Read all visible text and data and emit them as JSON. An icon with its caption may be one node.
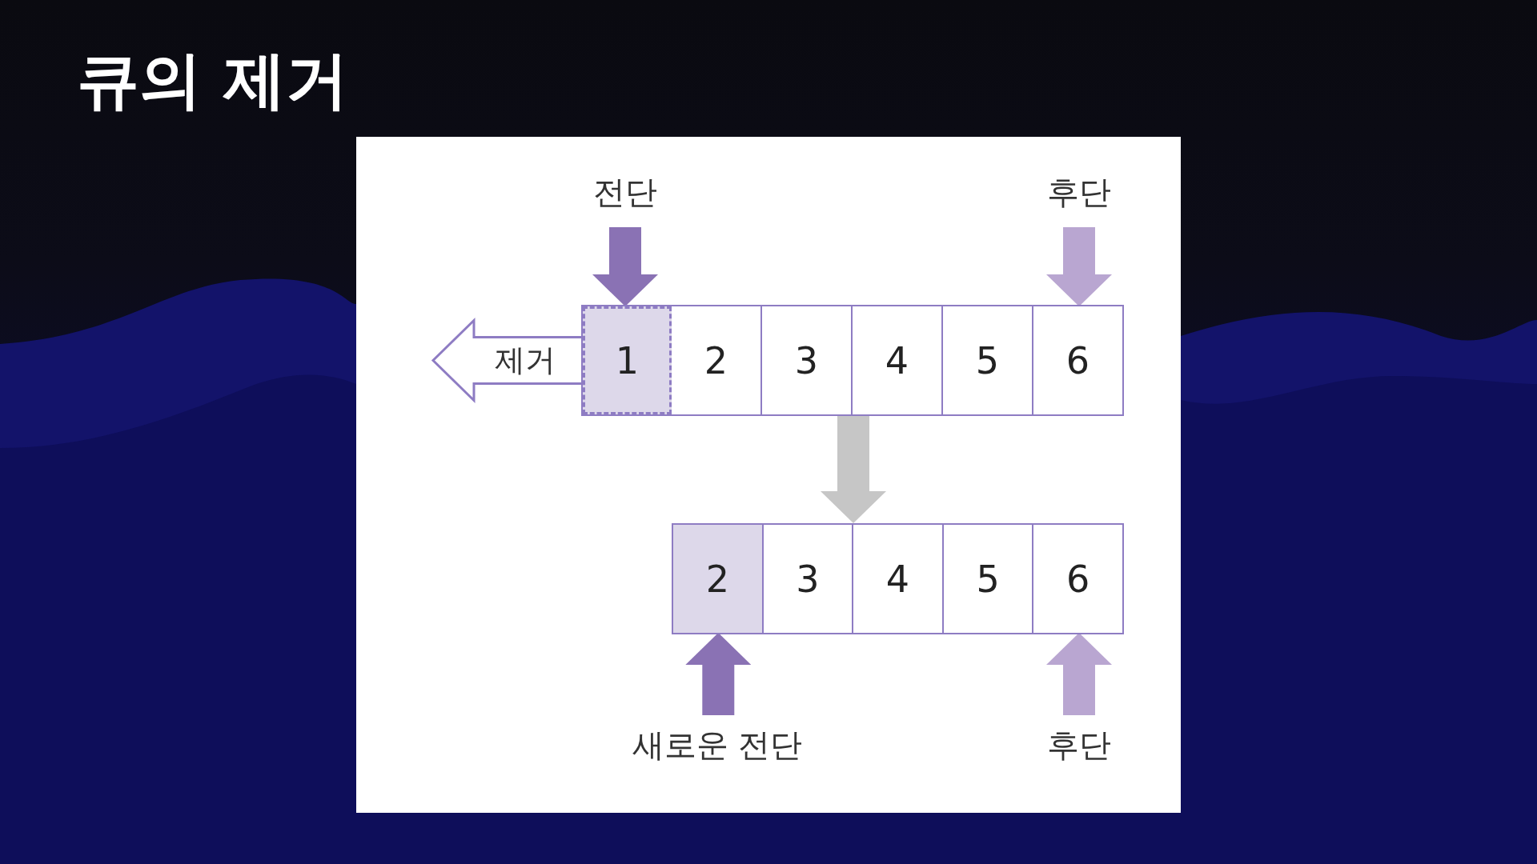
{
  "diagram": {
    "title": "큐의 제거",
    "nodes": [
      {
        "text": [
          "전단"
        ]
      },
      {
        "text": [
          "후단"
        ]
      },
      {
        "text": [],
        "shape": "box"
      },
      {
        "text": [
          "1"
        ],
        "in": 2
      },
      {
        "text": [
          "2"
        ],
        "in": 2
      },
      {
        "text": [
          "3"
        ],
        "in": 2
      },
      {
        "text": [
          "4"
        ],
        "in": 2
      },
      {
        "text": [
          "5"
        ],
        "in": 2
      },
      {
        "text": [
          "6"
        ],
        "in": 2
      },
      {
        "text": [],
        "shape": "box"
      },
      {
        "text": [
          "2"
        ],
        "in": 9
      },
      {
        "text": [
          "3"
        ],
        "in": 9
      },
      {
        "text": [
          "4"
        ],
        "in": 9
      },
      {
        "text": [
          "5"
        ],
        "in": 9
      },
      {
        "text": [
          "6"
        ],
        "in": 9
      },
      {
        "text": [
          "새로운 전단"
        ]
      },
      {
        "text": [
          "후단"
        ]
      }
    ],
    "edges": [
      {
        "from": 0,
        "to": 3,
        "arrow": "to",
        "color": "#8a72b4"
      },
      {
        "from": 1,
        "to": 8,
        "arrow": "to",
        "color": "#b9a6d1"
      },
      {
        "from": 3,
        "to": null,
        "arrow": "to",
        "label": "제거",
        "color": "#8e7cc3"
      },
      {
        "from": 2,
        "to": 9,
        "arrow": "to",
        "color": "#c6c6c6"
      },
      {
        "from": 15,
        "to": 10,
        "arrow": "to",
        "color": "#8a72b4"
      },
      {
        "from": 16,
        "to": 14,
        "arrow": "to",
        "color": "#b9a6d1"
      }
    ]
  }
}
